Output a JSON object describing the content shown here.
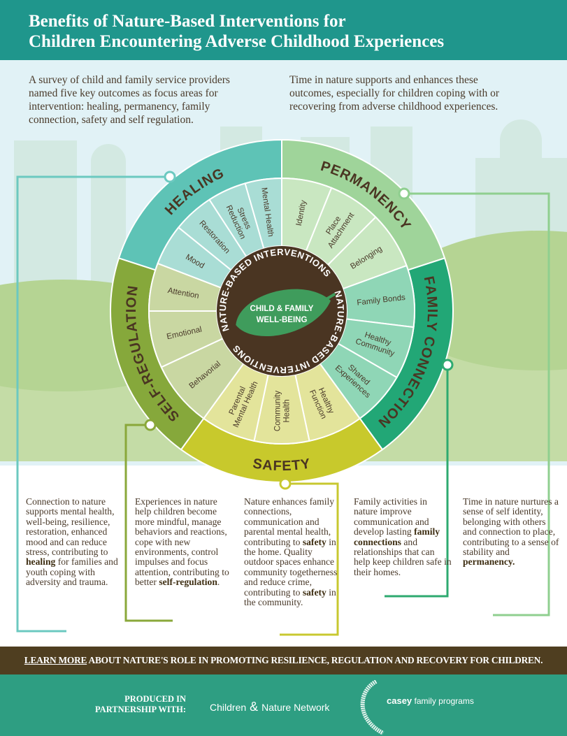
{
  "header": {
    "title_line1": "Benefits of Nature-Based Interventions for",
    "title_line2": "Children Encountering Adverse Childhood Experiences"
  },
  "intro": {
    "left": "A survey of child and family service providers named five key outcomes as focus areas for intervention: healing, permanency, family connection, safety and self regulation.",
    "right": "Time in nature supports and enhances these outcomes, especially for children coping with or recovering from adverse childhood experiences."
  },
  "wheel": {
    "center_line1": "CHILD & FAMILY",
    "center_line2": "WELL-BEING",
    "ring_text": "NATURE-BASED INTERVENTIONS",
    "sectors": [
      {
        "label": "PERMANENCY",
        "color": "#9fd49a",
        "inner_color": "#c9e7c1"
      },
      {
        "label": "FAMILY CONNECTION",
        "color": "#22a776",
        "inner_color": "#8fd6b6"
      },
      {
        "label": "SAFETY",
        "color": "#c8c92c",
        "inner_color": "#e3e49b"
      },
      {
        "label": "SELF-REGULATION",
        "color": "#86a83b",
        "inner_color": "#c9d7a2"
      },
      {
        "label": "HEALING",
        "color": "#5ec3b6",
        "inner_color": "#a9ddd5"
      }
    ],
    "items": [
      {
        "lines": [
          "Identity"
        ],
        "sector": 0
      },
      {
        "lines": [
          "Place",
          "Attachment"
        ],
        "sector": 0
      },
      {
        "lines": [
          "Belonging"
        ],
        "sector": 0
      },
      {
        "lines": [
          "Family Bonds"
        ],
        "sector": 1
      },
      {
        "lines": [
          "Healthy",
          "Community"
        ],
        "sector": 1
      },
      {
        "lines": [
          "Shared",
          "Experiences"
        ],
        "sector": 1
      },
      {
        "lines": [
          "Healthy",
          "Function"
        ],
        "sector": 2
      },
      {
        "lines": [
          "Community",
          "Health"
        ],
        "sector": 2
      },
      {
        "lines": [
          "Parental",
          "Mental Health"
        ],
        "sector": 2
      },
      {
        "lines": [
          "Behavorial"
        ],
        "sector": 3
      },
      {
        "lines": [
          "Emotional"
        ],
        "sector": 3
      },
      {
        "lines": [
          "Attention"
        ],
        "sector": 3
      },
      {
        "lines": [
          "Mood"
        ],
        "sector": 4
      },
      {
        "lines": [
          "Restoration"
        ],
        "sector": 4
      },
      {
        "lines": [
          "Stress",
          "Reduction"
        ],
        "sector": 4
      },
      {
        "lines": [
          "Mental Health"
        ],
        "sector": 4
      }
    ]
  },
  "columns": [
    {
      "id": "healing",
      "parts": [
        {
          "t": "Connection to nature supports mental health, well-being, resilience, restoration, enhanced mood and can reduce stress, contributing to "
        },
        {
          "t": "healing",
          "b": true
        },
        {
          "t": " for families and youth coping with adversity and trauma."
        }
      ]
    },
    {
      "id": "self-regulation",
      "parts": [
        {
          "t": "Experiences in nature help children become more mindful, manage behaviors and reactions, cope with new environments, control impulses and focus attention, contributing to better "
        },
        {
          "t": "self-regulation",
          "b": true
        },
        {
          "t": "."
        }
      ]
    },
    {
      "id": "safety",
      "parts": [
        {
          "t": "Nature enhances family connections, communication and parental mental health, contributing to "
        },
        {
          "t": "safety",
          "b": true
        },
        {
          "t": " in the home. Quality outdoor spaces enhance community togetherness and reduce crime, contributing to "
        },
        {
          "t": "safety",
          "b": true
        },
        {
          "t": " in the community."
        }
      ]
    },
    {
      "id": "family-connection",
      "parts": [
        {
          "t": "Family activities in nature improve communication and develop lasting "
        },
        {
          "t": "family connections",
          "b": true
        },
        {
          "t": " and relationships that can help keep children safe in their homes."
        }
      ]
    },
    {
      "id": "permanency",
      "parts": [
        {
          "t": "Time in nature nurtures a sense of self identity, belonging with others and connection to place, contributing to a sense of stability and "
        },
        {
          "t": "permanency.",
          "b": true
        }
      ]
    }
  ],
  "banner": {
    "link": "LEARN MORE",
    "text": " ABOUT NATURE'S ROLE IN PROMOTING RESILIENCE, REGULATION AND RECOVERY FOR CHILDREN."
  },
  "footer": {
    "produced_line1": "PRODUCED IN",
    "produced_line2": "PARTNERSHIP WITH:",
    "logo1_a": "Children",
    "logo1_b": "Nature Network",
    "logo2_a": "casey",
    "logo2_b": " family programs"
  },
  "colors": {
    "brown": "#4a3522",
    "leaf": "#3f9c5c",
    "header": "#1f968c"
  }
}
